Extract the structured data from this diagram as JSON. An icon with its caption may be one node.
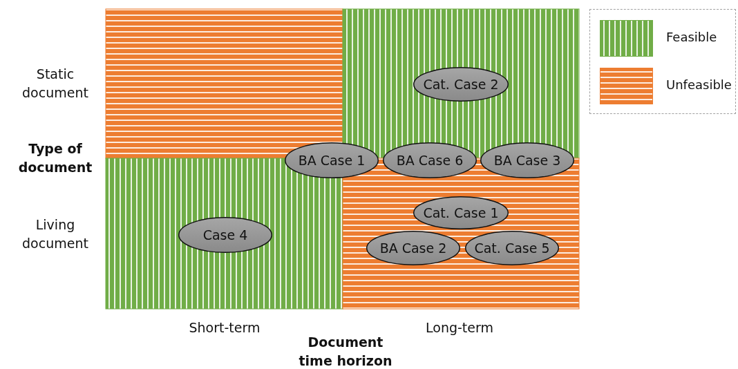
{
  "diagram": {
    "nodes": [
      {
        "text": [
          "Cat. Case 2"
        ]
      },
      {
        "text": [
          "BA Case 1"
        ]
      },
      {
        "text": [
          "BA Case 6"
        ]
      },
      {
        "text": [
          "BA Case 3"
        ]
      },
      {
        "text": [
          "Cat. Case 1"
        ]
      },
      {
        "text": [
          "Case 4"
        ]
      },
      {
        "text": [
          "BA Case 2"
        ]
      },
      {
        "text": [
          "Cat. Case 5"
        ]
      }
    ],
    "labels": [
      "Static document",
      "Type of document",
      "Living document",
      "Short-term",
      "Long-term",
      "Document time horizon"
    ],
    "legend": [
      {
        "text": "Feasible",
        "color": "#70ad47"
      },
      {
        "text": "Unfeasible",
        "color": "#ed7d31"
      }
    ]
  }
}
